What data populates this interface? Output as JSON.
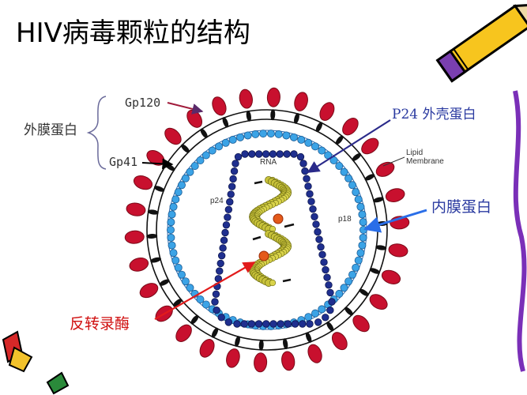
{
  "slide": {
    "title": "HIV病毒颗粒的结构"
  },
  "labels": {
    "gp120": "Gp120",
    "gp41": "Gp41",
    "outer_envelope_protein": "外膜蛋白",
    "p24_capsid_protein": "P24 外壳蛋白",
    "lipid_membrane": "Lipid\nMembrane",
    "inner_membrane_protein": "内膜蛋白",
    "rna": "RNA",
    "p24": "p24",
    "p18": "p18",
    "reverse_transcriptase": "反转录酶"
  },
  "colors": {
    "glycoprotein_red": "#c8102e",
    "matrix_light_blue": "#3ba3e6",
    "capsid_dark_blue": "#1f2f8f",
    "rna_yellow": "#c8c23a",
    "label_red": "#d01010",
    "label_blue": "#2a3aa0",
    "pointer_red": "#e21b1b",
    "pointer_blue": "#2a6ee8"
  },
  "decor": {
    "pencil_icon": "pencil-icon"
  }
}
